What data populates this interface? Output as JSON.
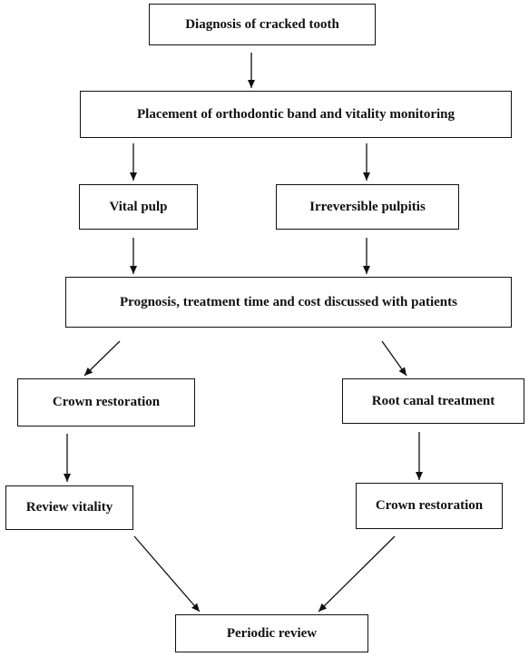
{
  "flowchart": {
    "nodes": {
      "diagnosis": "Diagnosis of cracked tooth",
      "band_monitoring": "Placement of orthodontic band and vitality monitoring",
      "vital_pulp": "Vital pulp",
      "irreversible_pulpitis": "Irreversible pulpitis",
      "prognosis": "Prognosis, treatment time and cost discussed with patients",
      "crown_restoration_left": "Crown restoration",
      "root_canal": "Root canal treatment",
      "review_vitality": "Review vitality",
      "crown_restoration_right": "Crown restoration",
      "periodic_review": "Periodic review"
    },
    "edges": [
      [
        "diagnosis",
        "band_monitoring"
      ],
      [
        "band_monitoring",
        "vital_pulp"
      ],
      [
        "band_monitoring",
        "irreversible_pulpitis"
      ],
      [
        "vital_pulp",
        "prognosis"
      ],
      [
        "irreversible_pulpitis",
        "prognosis"
      ],
      [
        "prognosis",
        "crown_restoration_left"
      ],
      [
        "prognosis",
        "root_canal"
      ],
      [
        "crown_restoration_left",
        "review_vitality"
      ],
      [
        "root_canal",
        "crown_restoration_right"
      ],
      [
        "review_vitality",
        "periodic_review"
      ],
      [
        "crown_restoration_right",
        "periodic_review"
      ]
    ],
    "colors": {
      "stroke": "#111111",
      "background": "#ffffff"
    }
  }
}
